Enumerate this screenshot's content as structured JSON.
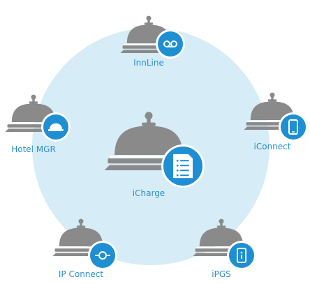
{
  "colors": {
    "background_circle": "#d6ecf6",
    "bell": "#8a8a8a",
    "bell_stripe": "#ffffff",
    "badge": "#1e8fd2",
    "badge_ring": "#ffffff",
    "label": "#2c8fcc"
  },
  "nodes": [
    {
      "id": "innline",
      "label": "InnLine",
      "icon": "voicemail-icon"
    },
    {
      "id": "hotel-mgr",
      "label": "Hotel MGR",
      "icon": "hard-hat-icon"
    },
    {
      "id": "icharge",
      "label": "iCharge",
      "icon": "document-list-icon"
    },
    {
      "id": "iconnect",
      "label": "iConnect",
      "icon": "smartphone-icon"
    },
    {
      "id": "ip-connect",
      "label": "IP Connect",
      "icon": "network-node-icon"
    },
    {
      "id": "ipgs",
      "label": "iPGS",
      "icon": "phone-info-icon"
    }
  ]
}
